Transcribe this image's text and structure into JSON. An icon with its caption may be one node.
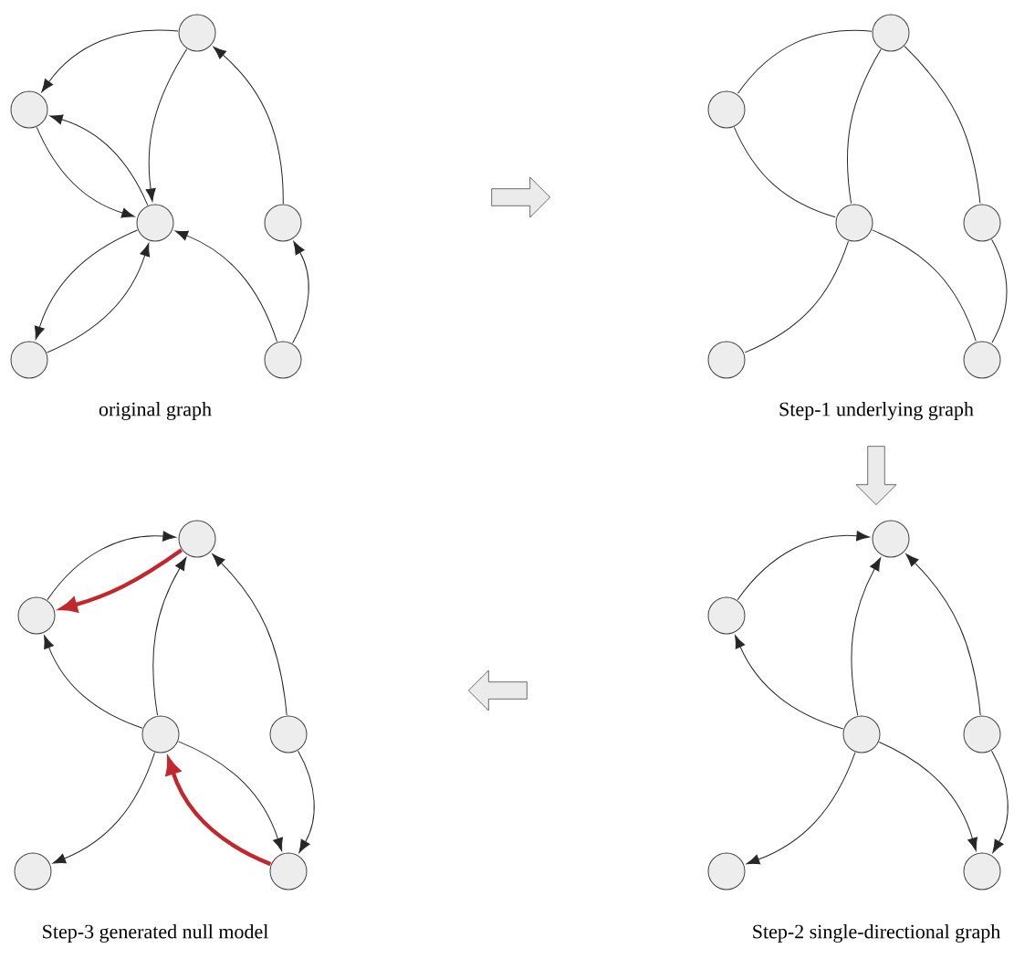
{
  "diagram": {
    "nodes": [
      {
        "text": [],
        "shape": "circle"
      },
      {
        "text": [],
        "shape": "circle"
      },
      {
        "text": [],
        "shape": "circle"
      },
      {
        "text": [],
        "shape": "circle"
      },
      {
        "text": [],
        "shape": "circle"
      },
      {
        "text": [],
        "shape": "circle"
      },
      {
        "text": [],
        "shape": "circle"
      },
      {
        "text": [],
        "shape": "circle"
      },
      {
        "text": [],
        "shape": "circle"
      },
      {
        "text": [],
        "shape": "circle"
      },
      {
        "text": [],
        "shape": "circle"
      },
      {
        "text": [],
        "shape": "circle"
      },
      {
        "text": [],
        "shape": "circle"
      },
      {
        "text": [],
        "shape": "circle"
      },
      {
        "text": [],
        "shape": "circle"
      },
      {
        "text": [],
        "shape": "circle"
      },
      {
        "text": [],
        "shape": "circle"
      },
      {
        "text": [],
        "shape": "circle"
      },
      {
        "text": [],
        "shape": "circle"
      },
      {
        "text": [],
        "shape": "circle"
      },
      {
        "text": [],
        "shape": "circle"
      },
      {
        "text": [],
        "shape": "circle"
      },
      {
        "text": [],
        "shape": "circle"
      },
      {
        "text": [],
        "shape": "circle"
      }
    ],
    "edges": [
      {
        "from": 0,
        "to": 1,
        "arrow": "to"
      },
      {
        "from": 0,
        "to": 2,
        "arrow": "to"
      },
      {
        "from": 1,
        "to": 2,
        "arrow": "to"
      },
      {
        "from": 2,
        "to": 1,
        "arrow": "to"
      },
      {
        "from": 2,
        "to": 4,
        "arrow": "to"
      },
      {
        "from": 4,
        "to": 2,
        "arrow": "to"
      },
      {
        "from": 5,
        "to": 2,
        "arrow": "to"
      },
      {
        "from": 3,
        "to": 0,
        "arrow": "to"
      },
      {
        "from": 5,
        "to": 3,
        "arrow": "to"
      },
      {
        "from": 6,
        "to": 7,
        "arrow": "none"
      },
      {
        "from": 6,
        "to": 8,
        "arrow": "none"
      },
      {
        "from": 7,
        "to": 8,
        "arrow": "none"
      },
      {
        "from": 8,
        "to": 10,
        "arrow": "none"
      },
      {
        "from": 8,
        "to": 11,
        "arrow": "none"
      },
      {
        "from": 6,
        "to": 9,
        "arrow": "none"
      },
      {
        "from": 9,
        "to": 11,
        "arrow": "none"
      },
      {
        "from": 13,
        "to": 12,
        "arrow": "to"
      },
      {
        "from": 14,
        "to": 12,
        "arrow": "to"
      },
      {
        "from": 15,
        "to": 12,
        "arrow": "to"
      },
      {
        "from": 14,
        "to": 13,
        "arrow": "to"
      },
      {
        "from": 14,
        "to": 16,
        "arrow": "to"
      },
      {
        "from": 14,
        "to": 17,
        "arrow": "to"
      },
      {
        "from": 15,
        "to": 17,
        "arrow": "to"
      },
      {
        "from": 19,
        "to": 18,
        "arrow": "to"
      },
      {
        "from": 18,
        "to": 19,
        "arrow": "to",
        "style": "thick",
        "color": "#c1272d"
      },
      {
        "from": 20,
        "to": 18,
        "arrow": "to"
      },
      {
        "from": 21,
        "to": 18,
        "arrow": "to"
      },
      {
        "from": 20,
        "to": 19,
        "arrow": "to"
      },
      {
        "from": 20,
        "to": 22,
        "arrow": "to"
      },
      {
        "from": 20,
        "to": 23,
        "arrow": "to"
      },
      {
        "from": 23,
        "to": 20,
        "arrow": "to",
        "style": "thick",
        "color": "#c1272d"
      },
      {
        "from": 21,
        "to": 23,
        "arrow": "to"
      }
    ],
    "labels": [
      "original graph",
      "Step-1 underlying graph",
      "Step-3 generated null model",
      "Step-2 single-directional graph"
    ]
  }
}
